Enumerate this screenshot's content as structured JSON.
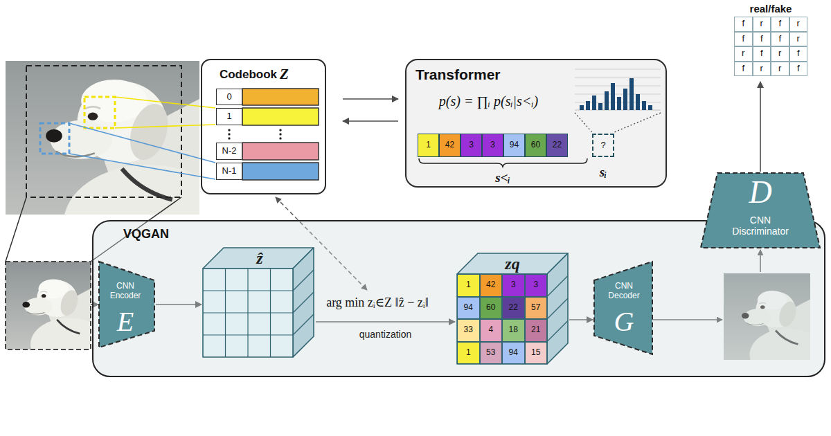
{
  "diagram": {
    "nodes": [
      {
        "text": [
          "Codebook",
          "Z"
        ]
      },
      {
        "text": [
          "Transformer",
          "p(s) = ∏ᵢ p(sᵢ|s<ᵢ)"
        ]
      },
      {
        "text": [
          "real/fake"
        ]
      },
      {
        "text": [
          "D",
          "CNN Discriminator"
        ]
      },
      {
        "text": [
          "VQGAN"
        ]
      },
      {
        "text": [
          "CNN Encoder",
          "E"
        ],
        "in": 4
      },
      {
        "text": [
          "ẑ"
        ],
        "in": 4
      },
      {
        "text": [
          "zq"
        ],
        "in": 4
      },
      {
        "text": [
          "CNN Decoder",
          "G"
        ],
        "in": 4
      }
    ],
    "edges": [
      {
        "from": 0,
        "to": 1,
        "arrow": "to"
      },
      {
        "from": 1,
        "to": 0,
        "arrow": "to"
      },
      {
        "from": 3,
        "to": 2,
        "arrow": "to"
      },
      {
        "from": 5,
        "to": 6,
        "arrow": "to"
      },
      {
        "from": 6,
        "to": 7,
        "label": "quantization",
        "arrow": "to"
      },
      {
        "from": 7,
        "to": 8,
        "arrow": "to"
      }
    ],
    "labels": [
      "0",
      "1",
      "N-2",
      "N-1",
      "1",
      "42",
      "3",
      "3",
      "94",
      "60",
      "22",
      "?",
      "s<ᵢ",
      "sᵢ",
      "arg min zᵢ∈Z ‖ẑ − zᵢ‖",
      "1",
      "42",
      "3",
      "3",
      "94",
      "60",
      "22",
      "57",
      "33",
      "4",
      "18",
      "21",
      "1",
      "53",
      "94",
      "15",
      "f",
      "r",
      "f",
      "r",
      "f",
      "f",
      "f",
      "r",
      "r",
      "f",
      "r",
      "f",
      "f",
      "r",
      "r",
      "f"
    ]
  }
}
